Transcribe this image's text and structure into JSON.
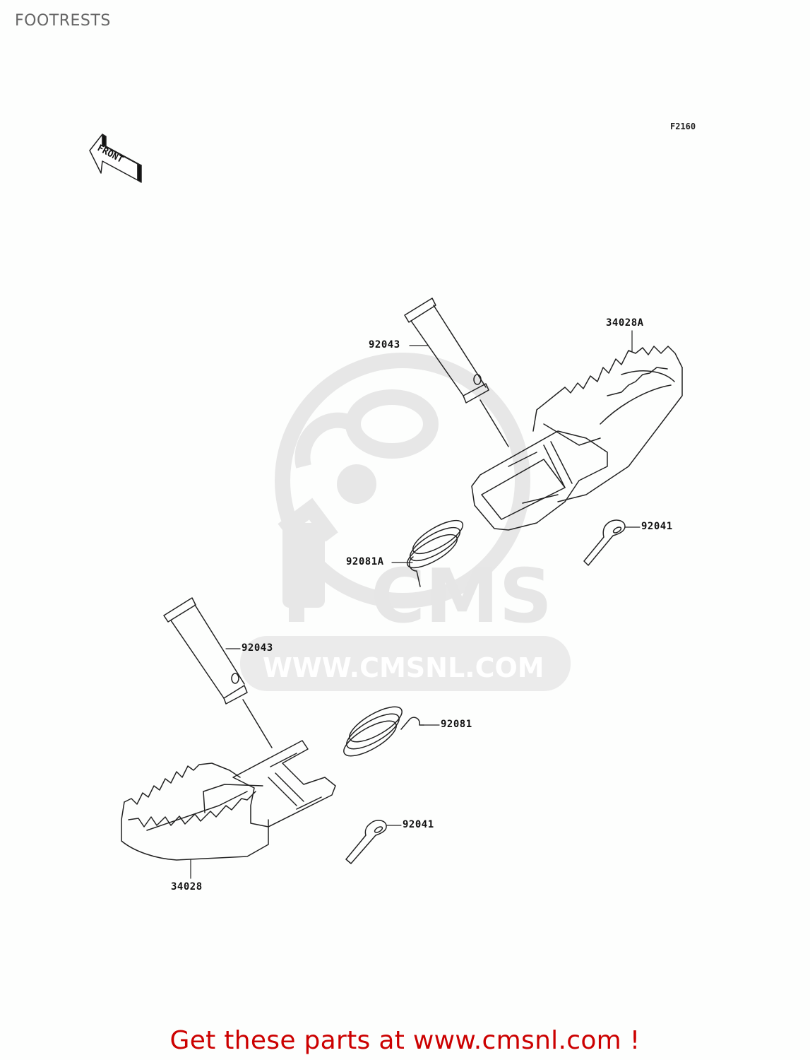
{
  "page": {
    "title": "FOOTRESTS",
    "diagram_code": "F2160",
    "front_indicator": "FRONT"
  },
  "watermark": {
    "logo_text": "CMS",
    "url_text": "WWW.CMSNL.COM",
    "color": "#e6e6e6"
  },
  "parts": {
    "upper_pin": "92043",
    "upper_footrest": "34028A",
    "upper_spring": "92081A",
    "upper_cotter_pin": "92041",
    "lower_pin": "92043",
    "lower_spring": "92081",
    "lower_cotter_pin": "92041",
    "lower_footrest": "34028"
  },
  "footer": {
    "cta_text": "Get these parts at www.cmsnl.com !",
    "cta_color": "#cc0000"
  }
}
